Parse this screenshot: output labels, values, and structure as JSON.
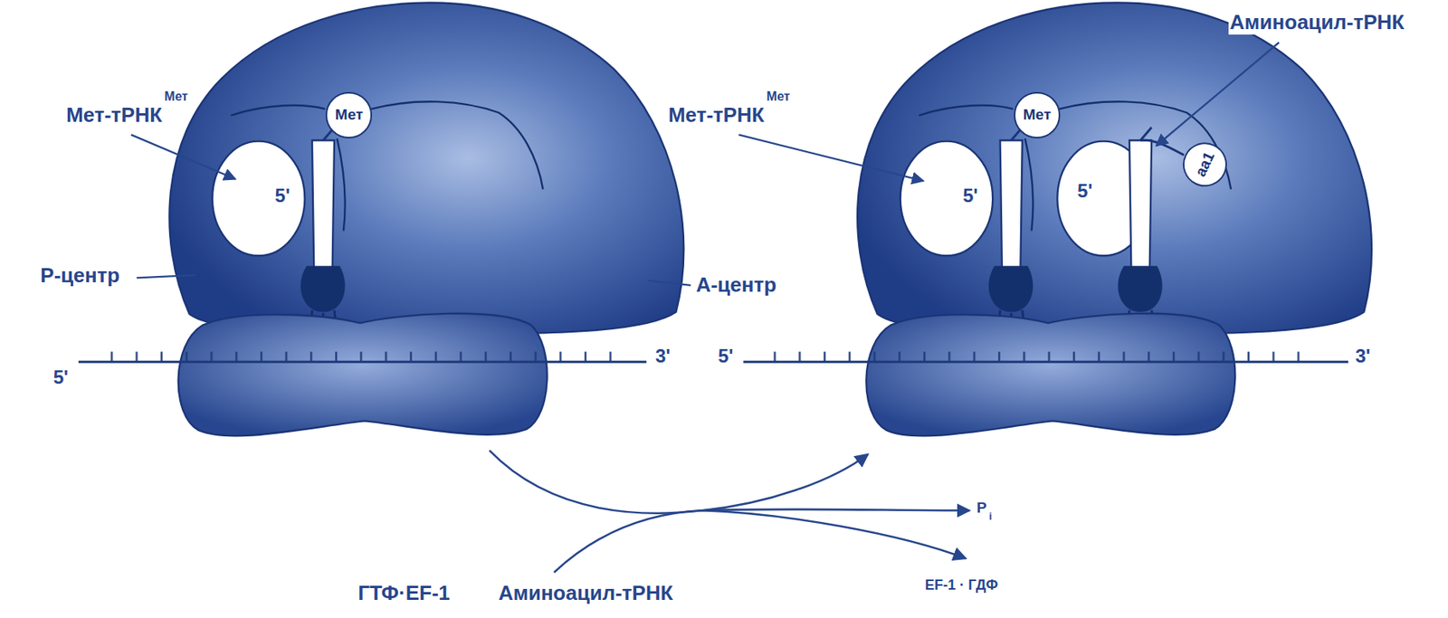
{
  "diagram": {
    "nodes": [
      {
        "text": [
          "Мет"
        ]
      },
      {
        "text": [
          "Мет"
        ]
      },
      {
        "text": [
          "aa1"
        ]
      }
    ],
    "labels": [
      "Мет-тРНК",
      "Мет",
      "5'",
      "Р-центр",
      "А-центр",
      "5'",
      "3'",
      "Мет-тРНК",
      "Мет",
      "Аминоацил-тРНК",
      "5'",
      "5'",
      "5'",
      "3'",
      "P",
      "i",
      "ГТФ·EF-1",
      "Аминоацил-тРНК",
      "EF-1 · ГДФ"
    ]
  }
}
